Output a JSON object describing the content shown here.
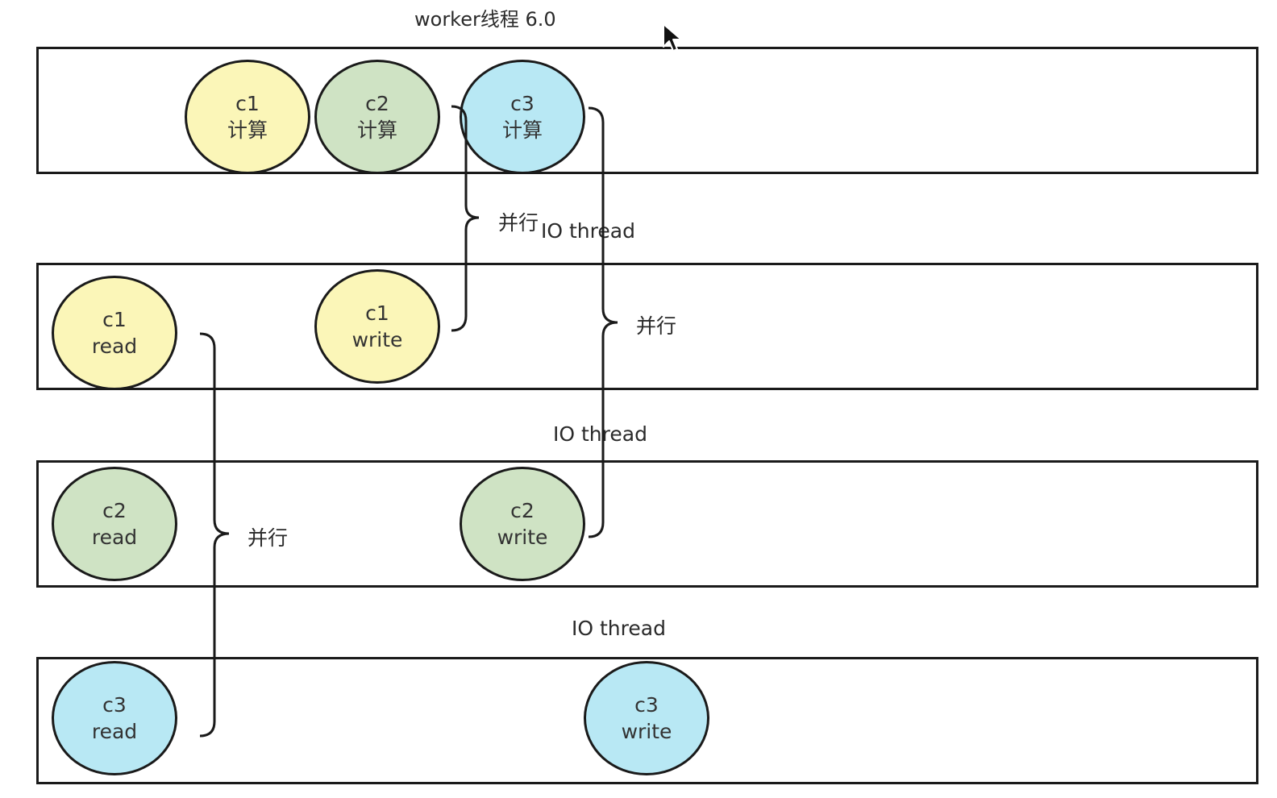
{
  "title": "worker线程 6.0",
  "lanes": {
    "io_thread_1": "IO thread",
    "io_thread_2": "IO thread",
    "io_thread_3": "IO thread"
  },
  "nodes": {
    "c1_compute": {
      "line1": "c1",
      "line2": "计算"
    },
    "c2_compute": {
      "line1": "c2",
      "line2": "计算"
    },
    "c3_compute": {
      "line1": "c3",
      "line2": "计算"
    },
    "c1_read": {
      "line1": "c1",
      "line2": "read"
    },
    "c1_write": {
      "line1": "c1",
      "line2": "write"
    },
    "c2_read": {
      "line1": "c2",
      "line2": "read"
    },
    "c2_write": {
      "line1": "c2",
      "line2": "write"
    },
    "c3_read": {
      "line1": "c3",
      "line2": "read"
    },
    "c3_write": {
      "line1": "c3",
      "line2": "write"
    }
  },
  "braces": {
    "parallel_compute_write": "并行",
    "parallel_writes": "并行",
    "parallel_reads": "并行"
  },
  "colors": {
    "c1": "#fbf6b8",
    "c2": "#cfe3c4",
    "c3": "#b8e8f4",
    "border": "#1a1a1a"
  }
}
